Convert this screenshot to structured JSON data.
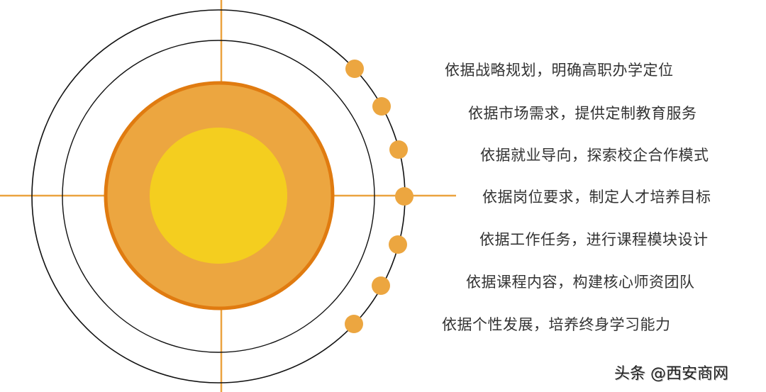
{
  "diagram": {
    "colors": {
      "axis_line": "#EBA33F",
      "ring_stroke": "#111111",
      "core_outer_fill": "#ECA640",
      "core_outer_stroke": "#E07B10",
      "core_inner_fill": "#F4CE1F",
      "dot_fill": "#ECA640",
      "text": "#333333"
    },
    "center": "core",
    "items": [
      {
        "label": "依据战略规划，明确高职办学定位"
      },
      {
        "label": "依据市场需求，提供定制教育服务"
      },
      {
        "label": "依据就业导向，探索校企合作模式"
      },
      {
        "label": "依据岗位要求，制定人才培养目标"
      },
      {
        "label": "依据工作任务，进行课程模块设计"
      },
      {
        "label": "依据课程内容，构建核心师资团队"
      },
      {
        "label": "依据个性发展，培养终身学习能力"
      }
    ]
  },
  "watermark": "头条 @西安商网"
}
